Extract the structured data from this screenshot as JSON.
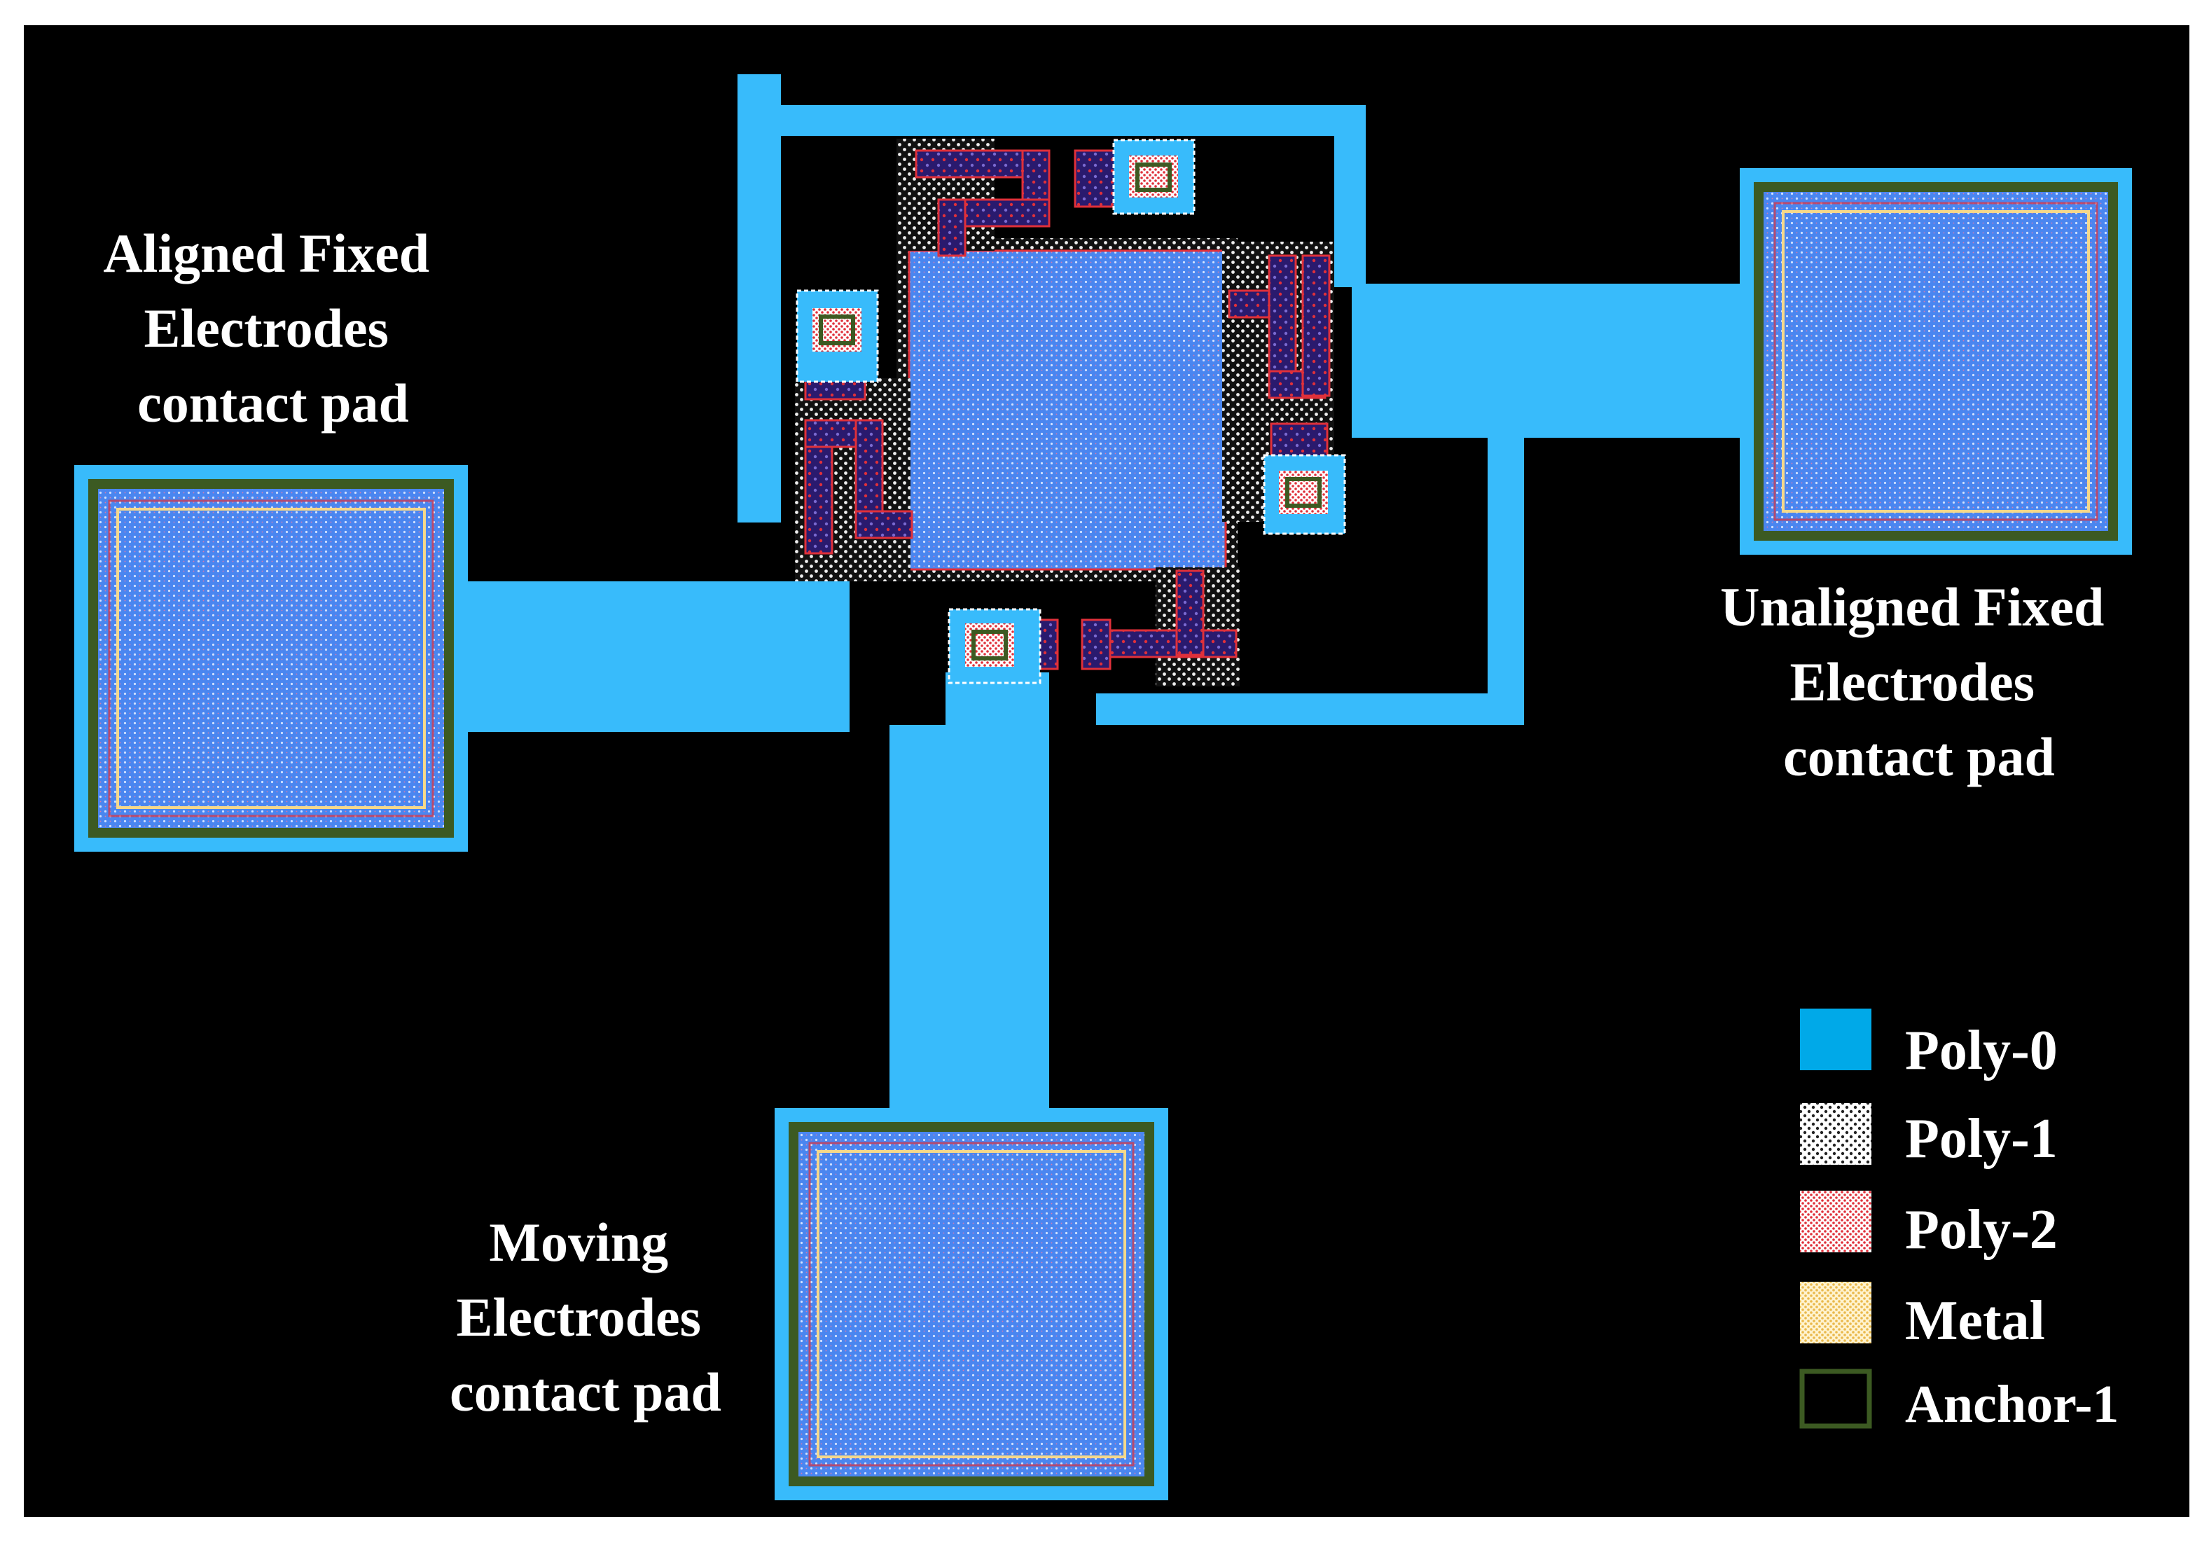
{
  "pads": {
    "aligned": {
      "lines": [
        "Aligned Fixed",
        "Electrodes",
        "contact pad"
      ]
    },
    "unaligned": {
      "lines": [
        "Unaligned Fixed",
        "Electrodes",
        "contact pad"
      ]
    },
    "moving": {
      "lines": [
        "Moving",
        "Electrodes",
        "contact pad"
      ]
    }
  },
  "legend": {
    "items": [
      {
        "key": "poly0",
        "label": "Poly-0",
        "color": "#00a9e8"
      },
      {
        "key": "poly1",
        "label": "Poly-1",
        "color": "#ffffff"
      },
      {
        "key": "poly2",
        "label": "Poly-2",
        "color": "#e0303a"
      },
      {
        "key": "metal",
        "label": "Metal",
        "color": "#f5d88a"
      },
      {
        "key": "anchor1",
        "label": "Anchor-1",
        "color": "#3c5a22"
      }
    ]
  },
  "colors": {
    "background": "#000000",
    "poly0_trace": "#38bbfb",
    "pad_fill": "#4a86f0",
    "pad_outline": "#3c5a22",
    "spring": "#2a1a6e"
  }
}
